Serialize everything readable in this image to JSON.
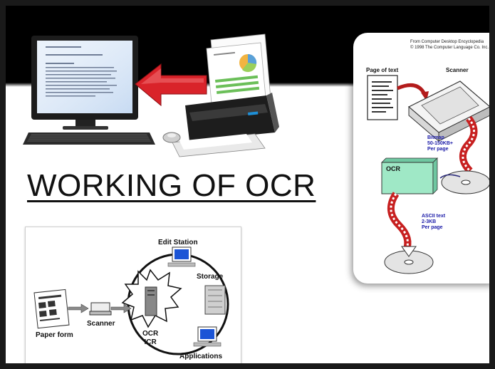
{
  "slide": {
    "title": "WORKING OF OCR",
    "colors": {
      "band": "#000000",
      "arrow_red": "#d9232a",
      "ocr_box": "#9fe8c6"
    }
  },
  "illustration": {
    "icons": [
      "computer-monitor-icon",
      "keyboard-icon",
      "mouse-icon",
      "document-scanner-icon",
      "red-arrow-icon"
    ]
  },
  "encyclopedia_diagram": {
    "source_line1": "From Computer Desktop Encyclopedia",
    "source_line2": "© 1998 The Computer Language Co. Inc.",
    "page_label": "Page of text",
    "scanner_label": "Scanner",
    "bitmap_label": "Bitmap\n50-150KB+\nPer page",
    "ocr_label": "OCR",
    "ascii_label": "ASCII text\n2-3KB\nPer page"
  },
  "workflow_diagram": {
    "edit_station_label": "Edit Station",
    "storage_label": "Storage",
    "paper_form_label": "Paper form",
    "scanner_label": "Scanner",
    "ocr_icr_label": "OCR\nICR",
    "applications_label": "Applications"
  }
}
